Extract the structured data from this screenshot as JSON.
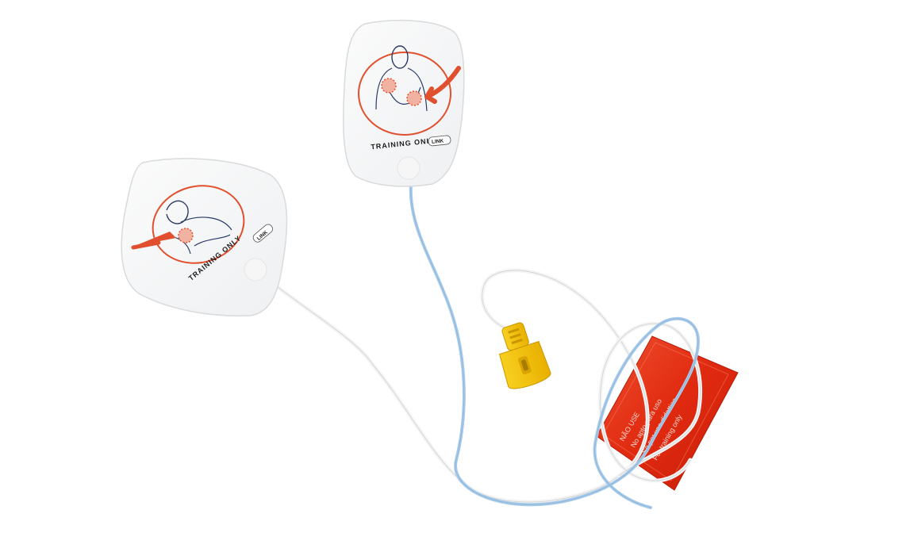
{
  "image": {
    "subject": "AED training electrode pads with connector and sealed pouch"
  },
  "pad_left": {
    "label": "TRAINING ONLY",
    "badge": "LINK"
  },
  "pad_right": {
    "label": "TRAINING ONLY",
    "badge": "LINK"
  },
  "pouch": {
    "lines": [
      "NÃO USE",
      "No apto para uso",
      "Só per uso didattico",
      "For training only"
    ]
  },
  "colors": {
    "pad_accent": "#e0502e",
    "figure_line": "#2a3a66",
    "cable_blue": "#9cc3e6",
    "connector": "#f5c20a",
    "pouch": "#e62b10"
  }
}
